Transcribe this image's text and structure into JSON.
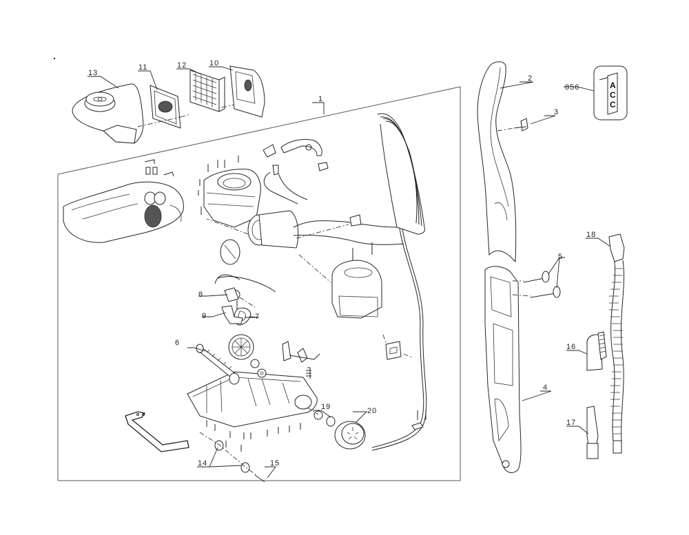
{
  "diagram": {
    "title": "Exploded parts diagram - upright vacuum cleaner",
    "colors": {
      "line": "#222222",
      "background": "#ffffff",
      "frame": "#555555"
    },
    "callouts": [
      {
        "id": "1",
        "label": "1",
        "part": "main-body-assembly"
      },
      {
        "id": "2",
        "label": "2",
        "part": "upper-handle"
      },
      {
        "id": "3",
        "label": "3",
        "part": "cord-hook"
      },
      {
        "id": "4",
        "label": "4",
        "part": "lower-handle"
      },
      {
        "id": "5",
        "label": "5",
        "part": "handle-screws"
      },
      {
        "id": "6",
        "label": "6",
        "part": "brush-roll"
      },
      {
        "id": "7",
        "label": "7",
        "part": "drive-belt"
      },
      {
        "id": "8",
        "label": "8",
        "part": "motor-pulley"
      },
      {
        "id": "9",
        "label": "9",
        "part": "bracket"
      },
      {
        "id": "10",
        "label": "10",
        "part": "filter-housing"
      },
      {
        "id": "11",
        "label": "11",
        "part": "filter-grille"
      },
      {
        "id": "12",
        "label": "12",
        "part": "pleated-filter"
      },
      {
        "id": "13",
        "label": "13",
        "part": "dust-cup-lid"
      },
      {
        "id": "14",
        "label": "14",
        "part": "rear-wheel-bushings"
      },
      {
        "id": "15",
        "label": "15",
        "part": "axle-pin"
      },
      {
        "id": "16",
        "label": "16",
        "part": "dusting-brush"
      },
      {
        "id": "17",
        "label": "17",
        "part": "crevice-tool"
      },
      {
        "id": "18",
        "label": "18",
        "part": "hose-assembly"
      },
      {
        "id": "19",
        "label": "19",
        "part": "wheel-hub"
      },
      {
        "id": "20",
        "label": "20",
        "part": "rear-wheel"
      },
      {
        "id": "856",
        "label": "856",
        "part": "accessory-label"
      }
    ],
    "accessory_label": {
      "text_lines": [
        "A",
        "C",
        "C"
      ]
    }
  }
}
